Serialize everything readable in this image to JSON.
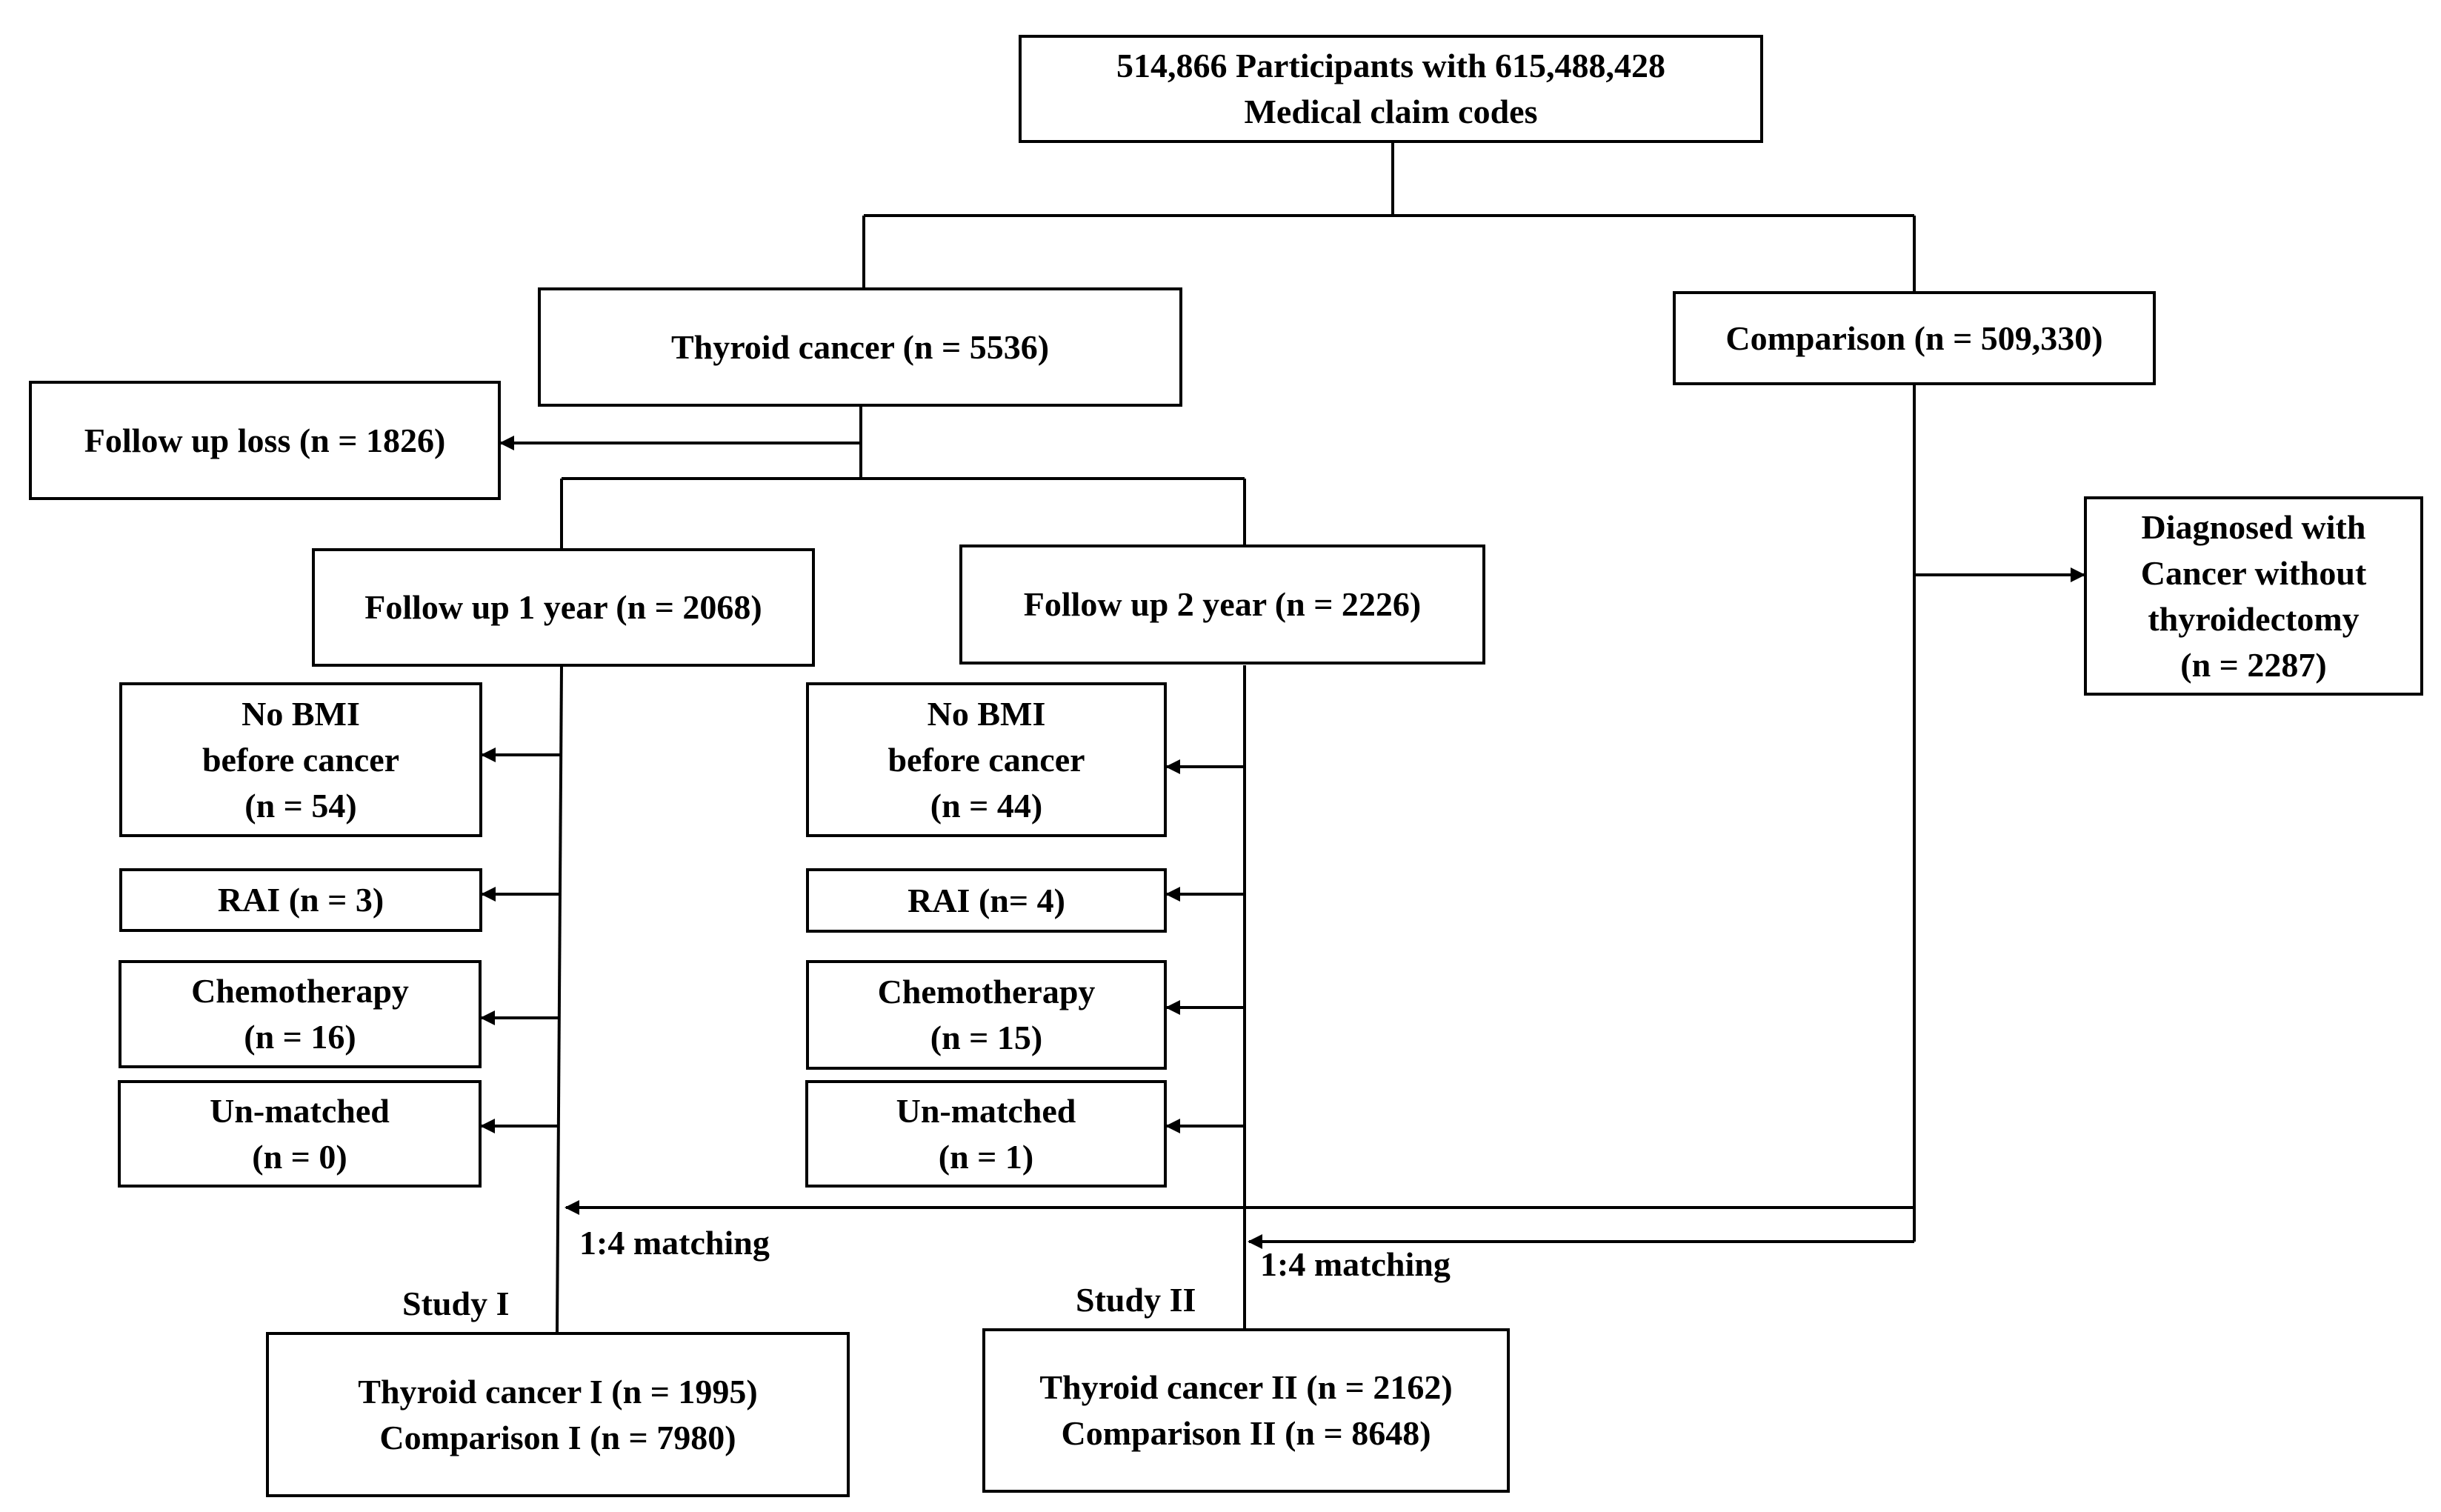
{
  "boxes": {
    "participants": [
      "514,866 Participants with  615,488,428",
      "Medical claim codes"
    ],
    "thyroid_cancer": [
      "Thyroid cancer (n = 5536)"
    ],
    "comparison": [
      "Comparison (n = 509,330)"
    ],
    "follow_up_loss": [
      "Follow up loss (n = 1826)"
    ],
    "diagnosed_other_cancer": [
      "Diagnosed with",
      "Cancer without",
      "thyroidectomy",
      "(n = 2287)"
    ],
    "follow_up_1y": [
      "Follow up 1 year (n = 2068)"
    ],
    "follow_up_2y": [
      "Follow up 2 year (n = 2226)"
    ],
    "no_bmi_1": [
      "No BMI",
      "before cancer",
      "(n = 54)"
    ],
    "rai_1": [
      "RAI (n = 3)"
    ],
    "chemo_1": [
      "Chemotherapy",
      "(n = 16)"
    ],
    "unmatched_1": [
      "Un-matched",
      "(n = 0)"
    ],
    "no_bmi_2": [
      "No BMI",
      "before cancer",
      "(n = 44)"
    ],
    "rai_2": [
      "RAI (n= 4)"
    ],
    "chemo_2": [
      "Chemotherapy",
      "(n = 15)"
    ],
    "unmatched_2": [
      "Un-matched",
      "(n = 1)"
    ],
    "study1_result": [
      "Thyroid cancer I (n = 1995)",
      "Comparison I (n = 7980)"
    ],
    "study2_result": [
      "Thyroid cancer II (n = 2162)",
      "Comparison II (n = 8648)"
    ]
  },
  "labels": {
    "matching_1": "1:4 matching",
    "matching_2": "1:4 matching",
    "study_1": "Study I",
    "study_2": "Study II"
  }
}
